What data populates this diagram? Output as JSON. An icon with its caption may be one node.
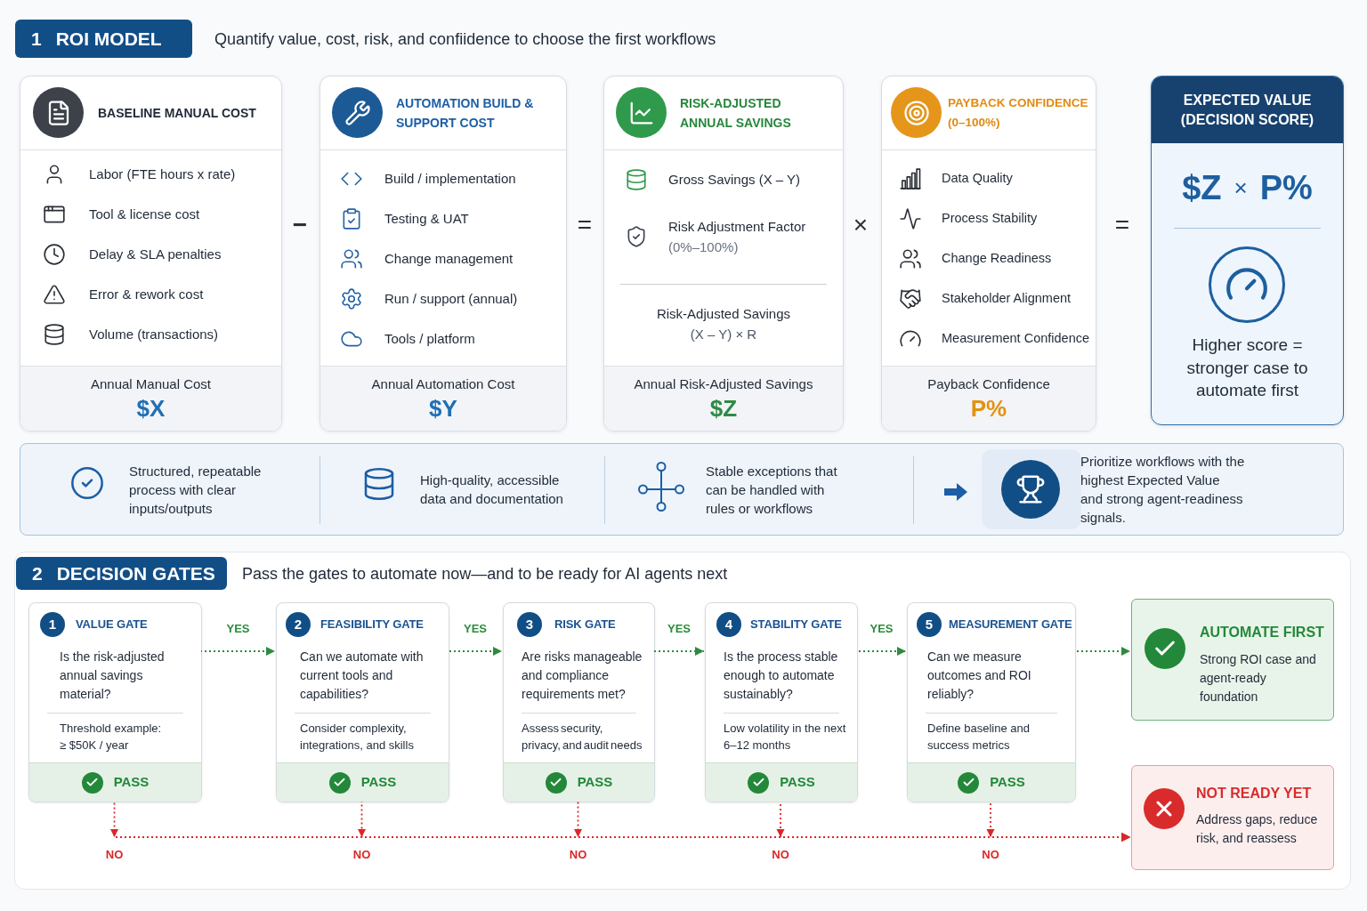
{
  "diagram": {
    "nodes": [
      {
        "text": [
          "1",
          "ROI MODEL"
        ]
      },
      {
        "text": [
          "BASELINE MANUAL COST",
          "Labor (FTE hours x rate)",
          "Tool & license cost",
          "Delay & SLA penalties",
          "Error & rework cost",
          "Volume (transactions)",
          "Annual Manual Cost",
          "$X"
        ]
      },
      {
        "text": [
          "AUTOMATION BUILD & SUPPORT COST",
          "Build / implementation",
          "Testing & UAT",
          "Change management",
          "Run / support (annual)",
          "Tools / platform",
          "Annual Automation Cost",
          "$Y"
        ]
      },
      {
        "text": [
          "RISK-ADJUSTED ANNUAL SAVINGS",
          "Gross Savings (X – Y)",
          "Risk Adjustment Factor",
          "(0%–100%)",
          "Risk-Adjusted Savings",
          "(X – Y) × R",
          "Annual Risk-Adjusted Savings",
          "$Z"
        ]
      },
      {
        "text": [
          "PAYBACK CONFIDENCE (0–100%)",
          "Data Quality",
          "Process Stability",
          "Change Readiness",
          "Stakeholder Alignment",
          "Measurement Confidence",
          "Payback Confidence",
          "P%"
        ]
      },
      {
        "text": [
          "EXPECTED VALUE (DECISION SCORE)",
          "$Z",
          "×",
          "P%",
          "Higher score = stronger case to automate first"
        ]
      },
      {
        "text": [
          "Structured, repeatable process with clear inputs/outputs",
          "High-quality, accessible data and documentation",
          "Stable exceptions that can be handled with rules or workflows",
          "Prioritize workflows with the highest Expected Value and strong agent-readiness signals."
        ]
      },
      {
        "text": [],
        "shape": "box"
      },
      {
        "text": [
          "2",
          "DECISION GATES"
        ],
        "in": 7
      },
      {
        "text": [
          "1",
          "VALUE GATE",
          "Is the risk-adjusted annual savings material?",
          "Threshold example: ≥ $50K / year",
          "PASS"
        ],
        "in": 7
      },
      {
        "text": [
          "2",
          "FEASIBILITY GATE",
          "Can we automate with current tools and capabilities?",
          "Consider complexity, integrations, and skills",
          "PASS"
        ],
        "in": 7
      },
      {
        "text": [
          "3",
          "RISK GATE",
          "Are risks manageable and compliance requirements met?",
          "Assess security, privacy, and audit needs",
          "PASS"
        ],
        "in": 7
      },
      {
        "text": [
          "4",
          "STABILITY GATE",
          "Is the process stable enough to automate sustainably?",
          "Low volatility in the next 6–12 months",
          "PASS"
        ],
        "in": 7
      },
      {
        "text": [
          "5",
          "MEASUREMENT GATE",
          "Can we measure outcomes and ROI reliably?",
          "Define baseline and success metrics",
          "PASS"
        ],
        "in": 7
      },
      {
        "text": [
          "AUTOMATE FIRST",
          "Strong ROI case and agent-ready foundation"
        ],
        "in": 7
      },
      {
        "text": [
          "NOT READY YET",
          "Address gaps, reduce risk, and reassess"
        ],
        "in": 7
      }
    ],
    "edges": [
      {
        "from": 9,
        "to": 10,
        "arrow": "to",
        "label": "YES",
        "style": "dashed",
        "color": "#2e8b3e"
      },
      {
        "from": 10,
        "to": 11,
        "arrow": "to",
        "label": "YES",
        "style": "dashed",
        "color": "#2e8b3e"
      },
      {
        "from": 11,
        "to": 12,
        "arrow": "to",
        "label": "YES",
        "style": "dashed",
        "color": "#2e8b3e"
      },
      {
        "from": 12,
        "to": 13,
        "arrow": "to",
        "label": "YES",
        "style": "dashed",
        "color": "#2e8b3e"
      },
      {
        "from": 13,
        "to": 14,
        "arrow": "to",
        "style": "dashed",
        "color": "#2e8b3e"
      },
      {
        "from": 9,
        "to": 15,
        "arrow": "to",
        "label": "NO",
        "style": "dashed",
        "color": "#dc2626"
      },
      {
        "from": 10,
        "to": 15,
        "arrow": "to",
        "label": "NO",
        "style": "dashed",
        "color": "#dc2626"
      },
      {
        "from": 11,
        "to": 15,
        "arrow": "to",
        "label": "NO",
        "style": "dashed",
        "color": "#dc2626"
      },
      {
        "from": 12,
        "to": 15,
        "arrow": "to",
        "label": "NO",
        "style": "dashed",
        "color": "#dc2626"
      },
      {
        "from": 13,
        "to": 15,
        "arrow": "to",
        "label": "NO",
        "style": "dashed",
        "color": "#dc2626"
      }
    ],
    "labels": [
      "Quantify value, cost, risk, and confiidence to choose the first workflows",
      "−",
      "=",
      "×",
      "=",
      "Pass the gates to automate now—and to be ready for AI agents next"
    ]
  }
}
